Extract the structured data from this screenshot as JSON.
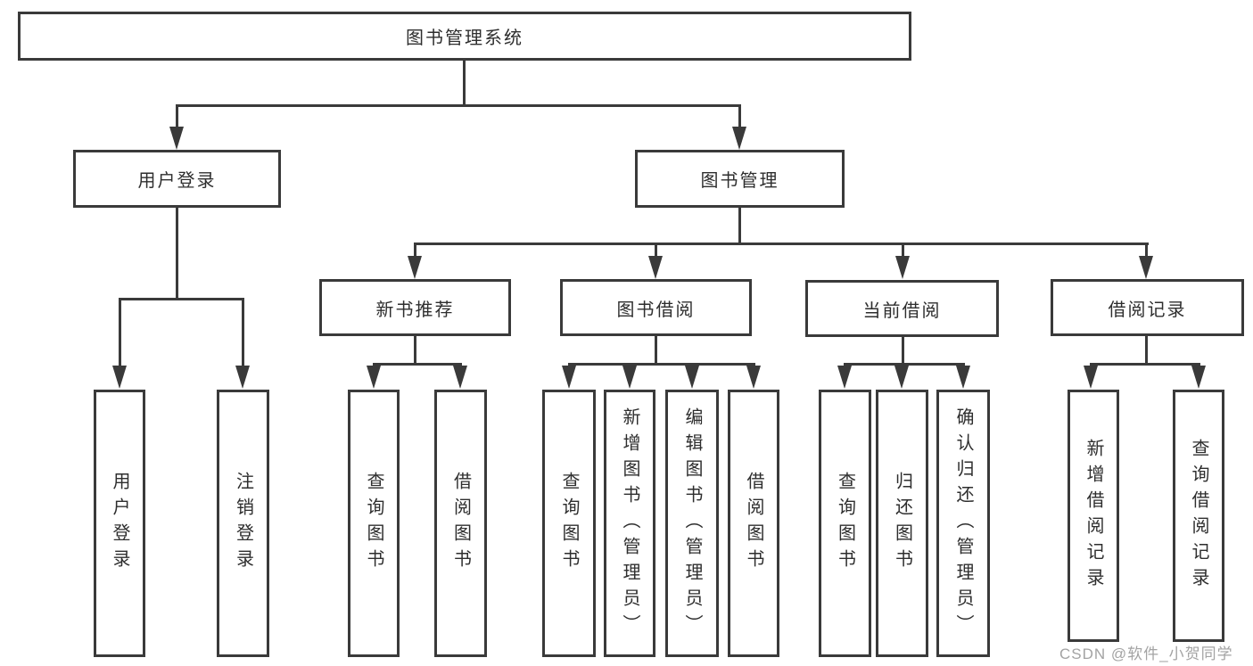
{
  "colors": {
    "line": "#3a3a3a",
    "text": "#2e2e2e",
    "background": "#ffffff",
    "watermark_color": "#a3a3a3"
  },
  "diagram": {
    "type": "hierarchy-tree",
    "root": {
      "label": "图书管理系统"
    },
    "level2": [
      {
        "label": "用户登录"
      },
      {
        "label": "图书管理"
      }
    ],
    "level3": [
      {
        "label": "新书推荐",
        "parent": "图书管理"
      },
      {
        "label": "图书借阅",
        "parent": "图书管理"
      },
      {
        "label": "当前借阅",
        "parent": "图书管理"
      },
      {
        "label": "借阅记录",
        "parent": "图书管理"
      }
    ],
    "leaves": {
      "login": [
        "用户登录",
        "注销登录"
      ],
      "recommend": [
        "查询图书",
        "借阅图书"
      ],
      "borrow": [
        "查询图书",
        "新增图书（管理员）",
        "编辑图书（管理员）",
        "借阅图书"
      ],
      "current": [
        "查询图书",
        "归还图书",
        "确认归还（管理员）"
      ],
      "records": [
        "新增借阅记录",
        "查询借阅记录"
      ]
    }
  },
  "watermark": "CSDN @软件_小贺同学"
}
